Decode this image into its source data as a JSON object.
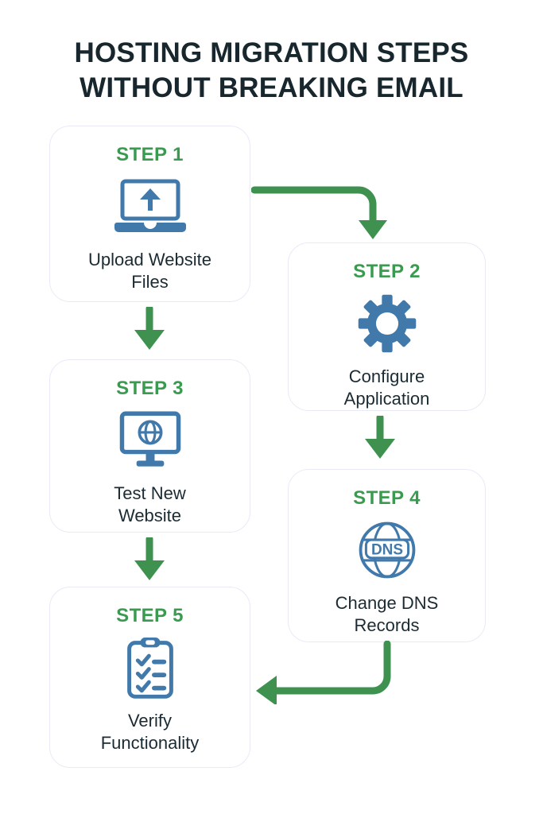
{
  "title": {
    "line1": "HOSTING MIGRATION STEPS",
    "line2": "WITHOUT BREAKING EMAIL"
  },
  "colors": {
    "title_text": "#18272e",
    "step_heading_green": "#3a9a50",
    "label_text": "#1b2b33",
    "icon_blue": "#4279ab",
    "arrow_green": "#3f9150",
    "card_border": "#e9eaf6",
    "background": "#ffffff"
  },
  "steps": [
    {
      "step_label": "STEP 1",
      "title": "Upload Website\nFiles",
      "icon": "laptop-upload-icon"
    },
    {
      "step_label": "STEP 2",
      "title": "Configure\nApplication",
      "icon": "gear-icon"
    },
    {
      "step_label": "STEP 3",
      "title": "Test New\nWebsite",
      "icon": "monitor-globe-icon"
    },
    {
      "step_label": "STEP 4",
      "title": "Change DNS\nRecords",
      "icon": "dns-globe-icon",
      "icon_text": "DNS"
    },
    {
      "step_label": "STEP 5",
      "title": "Verify\nFunctionality",
      "icon": "clipboard-checklist-icon"
    }
  ],
  "connectors": [
    {
      "name": "step-1-to-step-2",
      "from": "STEP 1",
      "to": "STEP 2",
      "shape": "elbow-right-down"
    },
    {
      "name": "step-1-to-step-3",
      "from": "STEP 1",
      "to": "STEP 3",
      "shape": "straight-down"
    },
    {
      "name": "step-2-to-step-4",
      "from": "STEP 2",
      "to": "STEP 4",
      "shape": "straight-down"
    },
    {
      "name": "step-3-to-step-5",
      "from": "STEP 3",
      "to": "STEP 5",
      "shape": "straight-down"
    },
    {
      "name": "step-4-to-step-5",
      "from": "STEP 4",
      "to": "STEP 5",
      "shape": "elbow-down-left"
    }
  ]
}
